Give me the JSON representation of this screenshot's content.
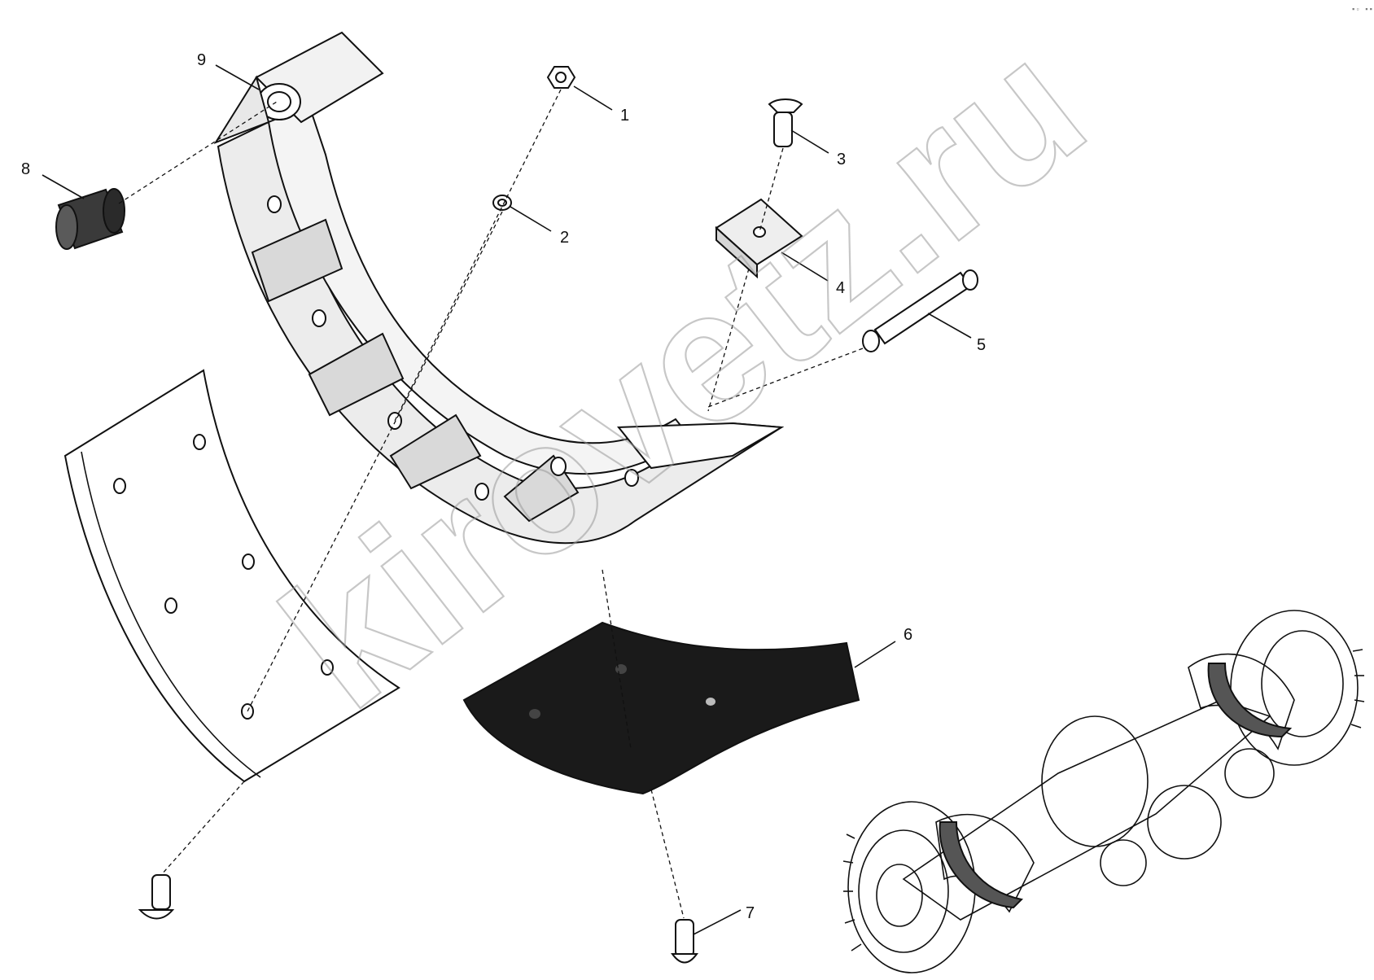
{
  "diagram": {
    "callouts": [
      {
        "id": "1",
        "label": "1"
      },
      {
        "id": "2",
        "label": "2"
      },
      {
        "id": "3",
        "label": "3"
      },
      {
        "id": "4",
        "label": "4"
      },
      {
        "id": "5",
        "label": "5"
      },
      {
        "id": "6",
        "label": "6"
      },
      {
        "id": "7",
        "label": "7"
      },
      {
        "id": "8",
        "label": "8"
      },
      {
        "id": "9",
        "label": "9"
      }
    ],
    "watermark": "kirovetz.ru",
    "corner_mark": "▪▫ ▪▪"
  }
}
